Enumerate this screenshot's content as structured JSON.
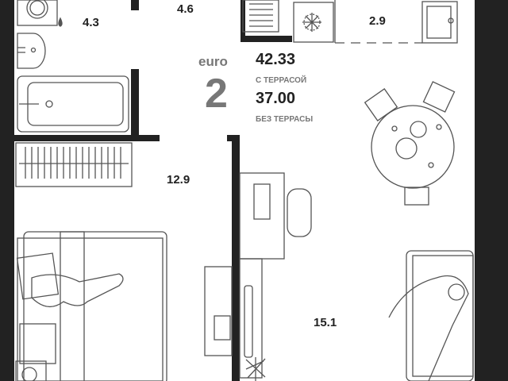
{
  "apartment": {
    "type_label": "euro",
    "rooms": "2",
    "area_with_terrace": "42.33",
    "with_terrace_label": "С ТЕРРАСОЙ",
    "area_without_terrace": "37.00",
    "without_terrace_label": "БЕЗ ТЕРРАСЫ"
  },
  "rooms": {
    "bathroom": "4.3",
    "hall": "4.6",
    "terrace": "2.9",
    "bedroom": "12.9",
    "living_kitchen": "15.1"
  },
  "colors": {
    "wall": "#222222",
    "line": "#555555",
    "accent_text": "#777777"
  }
}
